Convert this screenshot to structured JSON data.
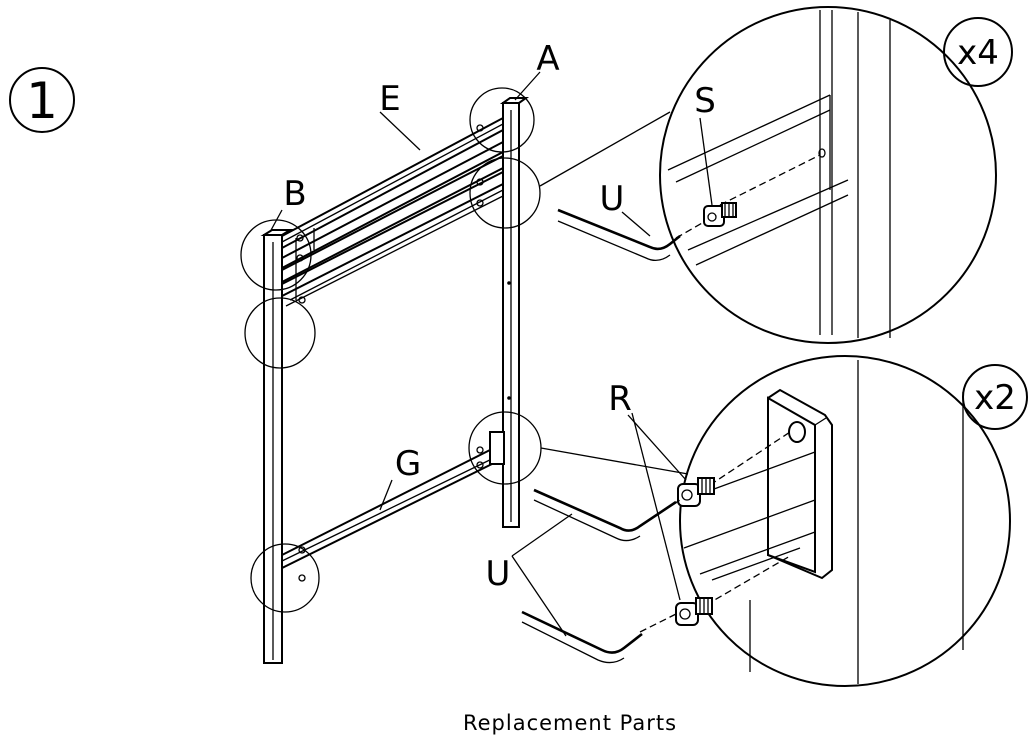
{
  "step_number": "1",
  "part_labels": {
    "A": "A",
    "B": "B",
    "E": "E",
    "G": "G",
    "S": "S",
    "R": "R",
    "U_top": "U",
    "U_bottom": "U"
  },
  "quantities": {
    "top_detail": "x4",
    "bottom_detail": "x2"
  },
  "caption": "Replacement Parts",
  "colors": {
    "line": "#000000",
    "background": "#ffffff"
  }
}
